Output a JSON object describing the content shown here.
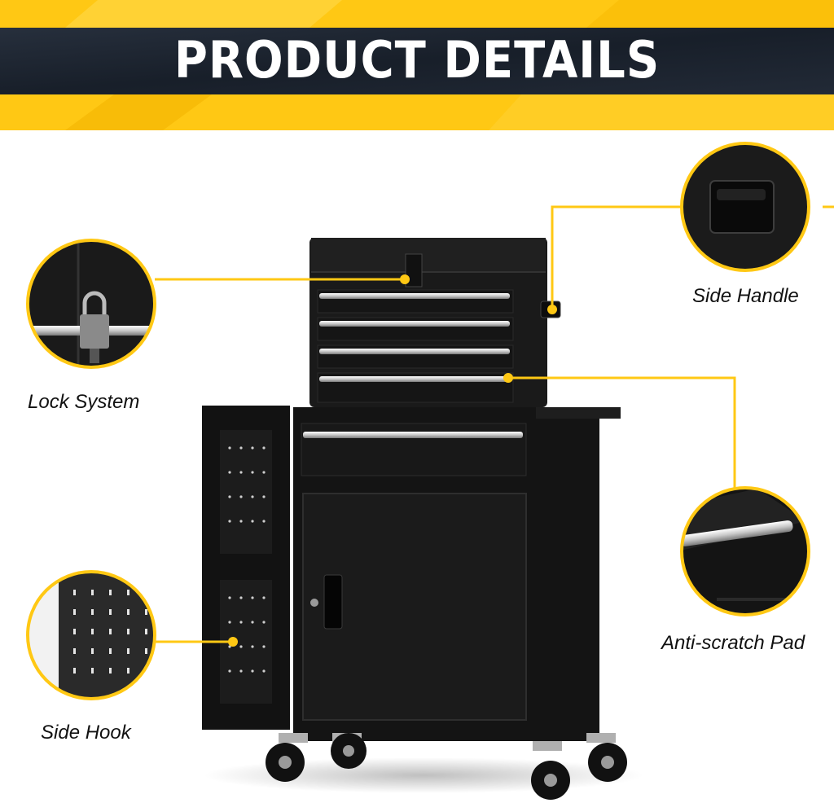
{
  "banner": {
    "title": "PRODUCT DETAILS"
  },
  "callouts": {
    "lock_system": "Lock System",
    "side_handle": "Side Handle",
    "anti_scratch_pad": "Anti-scratch Pad",
    "side_hook": "Side Hook"
  },
  "colors": {
    "accent_yellow": "#FFC814",
    "banner_dark": "#1C2430",
    "cabinet_black": "#161616",
    "title_text": "#FFFFFF"
  }
}
